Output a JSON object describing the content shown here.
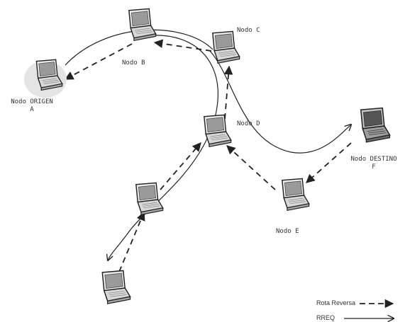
{
  "nodes": {
    "origen": {
      "line1": "Nodo ORIGEN",
      "line2": "A",
      "icon": "laptop-icon"
    },
    "b": {
      "label": "Nodo B",
      "icon": "laptop-icon"
    },
    "c": {
      "label": "Nodo C",
      "icon": "laptop-icon"
    },
    "d": {
      "label": "Nodo D",
      "icon": "laptop-icon"
    },
    "destino": {
      "line1": "Nodo DESTINO",
      "line2": "F",
      "icon": "laptop-icon"
    },
    "e": {
      "label": "Nodo E",
      "icon": "laptop-icon"
    },
    "mid": {
      "icon": "laptop-icon"
    },
    "bottom": {
      "icon": "laptop-icon"
    }
  },
  "legend": {
    "reverse_route": "Rota Reversa",
    "rreq": "RREQ"
  },
  "colors": {
    "stroke": "#222222",
    "laptop_screen": "#9a9a9a",
    "laptop_body": "#d8d8d8",
    "destination_screen": "#555555"
  }
}
